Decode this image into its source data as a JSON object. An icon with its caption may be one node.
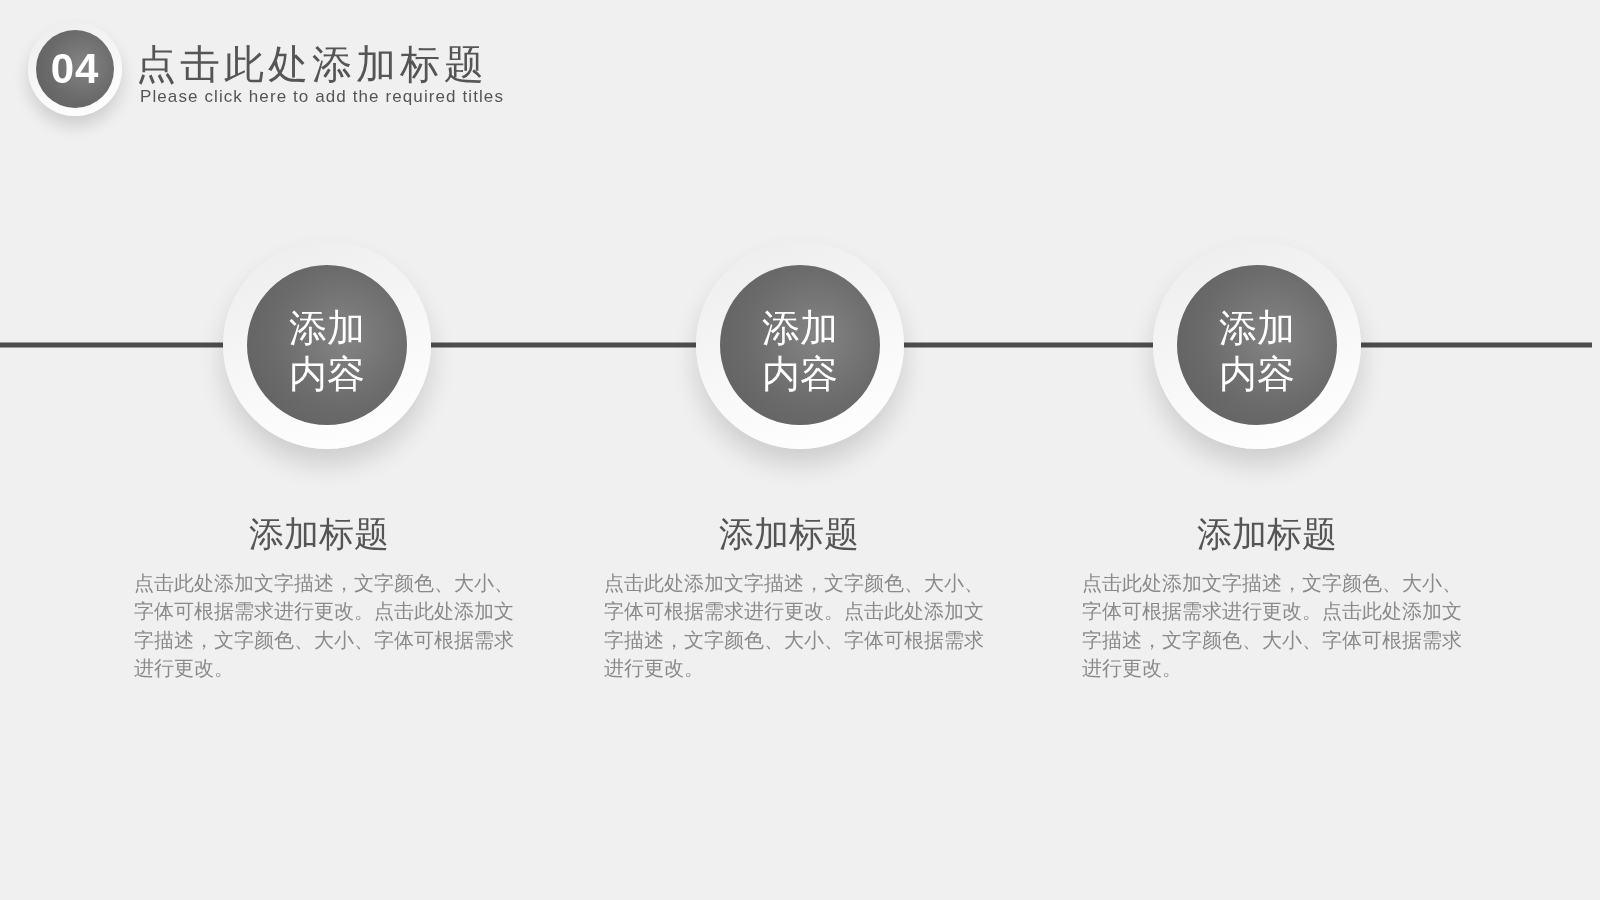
{
  "diagram": {
    "title": "点击此处添加标题",
    "nodes": [
      {
        "text": [
          "04"
        ]
      },
      {
        "text": [
          "添加内容"
        ],
        "beside": [
          "添加标题",
          "点击此处添加文字描述，文字颜色、大小、字体可根据需求进行更改。点击此处添加文字描述，文字颜色、大小、字体可根据需求进行更改。"
        ]
      },
      {
        "text": [
          "添加内容"
        ],
        "beside": [
          "添加标题",
          "点击此处添加文字描述，文字颜色、大小、字体可根据需求进行更改。点击此处添加文字描述，文字颜色、大小、字体可根据需求进行更改。"
        ]
      },
      {
        "text": [
          "添加内容"
        ],
        "beside": [
          "添加标题",
          "点击此处添加文字描述，文字颜色、大小、字体可根据需求进行更改。点击此处添加文字描述，文字颜色、大小、字体可根据需求进行更改。"
        ]
      }
    ],
    "edges": [
      {
        "from": null,
        "to": 1,
        "arrow": "none"
      },
      {
        "from": 1,
        "to": 2,
        "arrow": "none"
      },
      {
        "from": 2,
        "to": 3,
        "arrow": "none"
      },
      {
        "from": 3,
        "to": null,
        "arrow": "none"
      }
    ],
    "labels": [
      "Please click here to add the required titles"
    ]
  }
}
